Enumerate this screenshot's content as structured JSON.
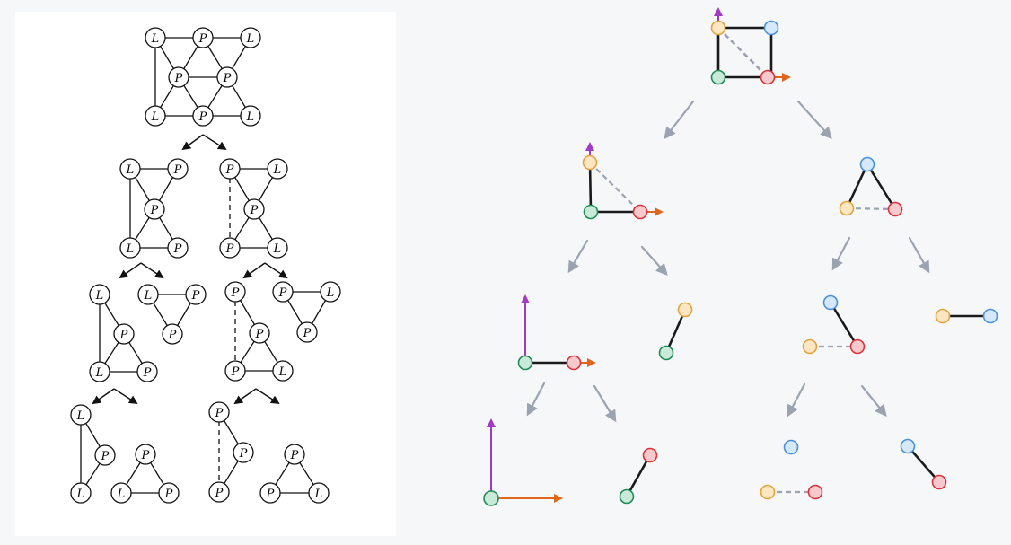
{
  "labels": {
    "L": "L",
    "P": "P"
  },
  "colors": {
    "background": "#f6f7f9",
    "panel": "#ffffff",
    "ink": "#111111",
    "gray_arrow": "#9aa3af",
    "dashed_gray": "#9aa3af",
    "orange_fill": "#fde7c2",
    "orange_stroke": "#e6a23c",
    "blue_fill": "#d6e9fb",
    "blue_stroke": "#4a90d9",
    "green_fill": "#c9ead8",
    "green_stroke": "#1f8a55",
    "red_fill": "#f8c9cc",
    "red_stroke": "#d9343b",
    "purple_arrow": "#a33ac4",
    "orange_arrow": "#e0661c"
  },
  "left_tree": [
    {
      "id": "root",
      "nodes": [
        "L",
        "P",
        "L",
        "P",
        "P",
        "L",
        "P",
        "L"
      ]
    },
    {
      "id": "level1",
      "graphs": [
        [
          "L",
          "P",
          "P",
          "L",
          "P"
        ],
        [
          "P",
          "L",
          "P",
          "P",
          "L"
        ]
      ]
    },
    {
      "id": "level2",
      "graphs": [
        [
          "L",
          "P",
          "L",
          "P"
        ],
        [
          "L",
          "P",
          "P"
        ],
        [
          "P",
          "P",
          "P",
          "L"
        ],
        [
          "P",
          "L",
          "P"
        ]
      ]
    },
    {
      "id": "level3",
      "graphs": [
        [
          "L",
          "P",
          "L"
        ],
        [
          "P",
          "L",
          "P"
        ],
        [
          "P",
          "P",
          "P"
        ],
        [
          "P",
          "P",
          "L"
        ]
      ]
    }
  ]
}
